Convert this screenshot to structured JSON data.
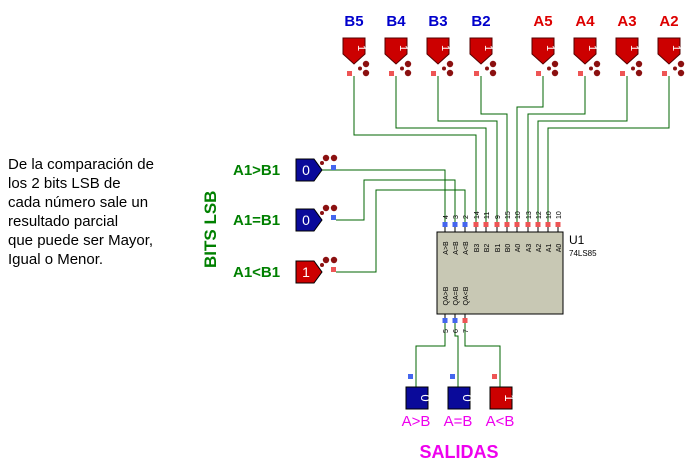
{
  "colors": {
    "wire": "#006400",
    "red_part": "#cc0000",
    "blue_part": "#0a0a9a",
    "chip_body": "#c8c8b4",
    "pin_red": "#ee5555",
    "pin_blue": "#4466ee",
    "input_label_a": "#dd0000",
    "input_label_b": "#0000cc",
    "magenta": "#ee00ee",
    "green_text": "#008000"
  },
  "description": "De la comparación de\nlos 2 bits LSB de\ncada número sale un\nresultado parcial\nque puede ser Mayor,\nIgual o Menor.",
  "side_label": "BITS LSB",
  "top_inputs": [
    {
      "label": "B5",
      "glyph": "1",
      "color": "blue"
    },
    {
      "label": "B4",
      "glyph": "1",
      "color": "blue"
    },
    {
      "label": "B3",
      "glyph": "1",
      "color": "blue"
    },
    {
      "label": "B2",
      "glyph": "1",
      "color": "blue"
    },
    {
      "label": "A5",
      "glyph": "1",
      "color": "red"
    },
    {
      "label": "A4",
      "glyph": "1",
      "color": "red"
    },
    {
      "label": "A3",
      "glyph": "1",
      "color": "red"
    },
    {
      "label": "A2",
      "glyph": "1",
      "color": "red"
    }
  ],
  "left_inputs": [
    {
      "label": "A1>B1",
      "value": "0",
      "state": "low"
    },
    {
      "label": "A1=B1",
      "value": "0",
      "state": "low"
    },
    {
      "label": "A1<B1",
      "value": "1",
      "state": "high"
    }
  ],
  "chip": {
    "ref": "U1",
    "part": "74LS85",
    "top_pins": [
      {
        "num": "4",
        "name": "A>B"
      },
      {
        "num": "3",
        "name": "A=B"
      },
      {
        "num": "2",
        "name": "A<B"
      },
      {
        "num": "14",
        "name": "B3"
      },
      {
        "num": "11",
        "name": "B2"
      },
      {
        "num": "9",
        "name": "B1"
      },
      {
        "num": "15",
        "name": "B0"
      },
      {
        "num": "10",
        "name": "A0"
      },
      {
        "num": "13",
        "name": "A3"
      },
      {
        "num": "12",
        "name": "A2"
      },
      {
        "num": "10",
        "name": "A1"
      },
      {
        "num": "10",
        "name": "A0"
      }
    ],
    "bottom_pins": [
      {
        "num": "5",
        "name": "QA>B"
      },
      {
        "num": "6",
        "name": "QA=B"
      },
      {
        "num": "7",
        "name": "QA<B"
      }
    ]
  },
  "outputs": [
    {
      "label": "A>B",
      "value": "0",
      "state": "low"
    },
    {
      "label": "A=B",
      "value": "0",
      "state": "low"
    },
    {
      "label": "A<B",
      "value": "1",
      "state": "high"
    }
  ],
  "outputs_title": "SALIDAS"
}
